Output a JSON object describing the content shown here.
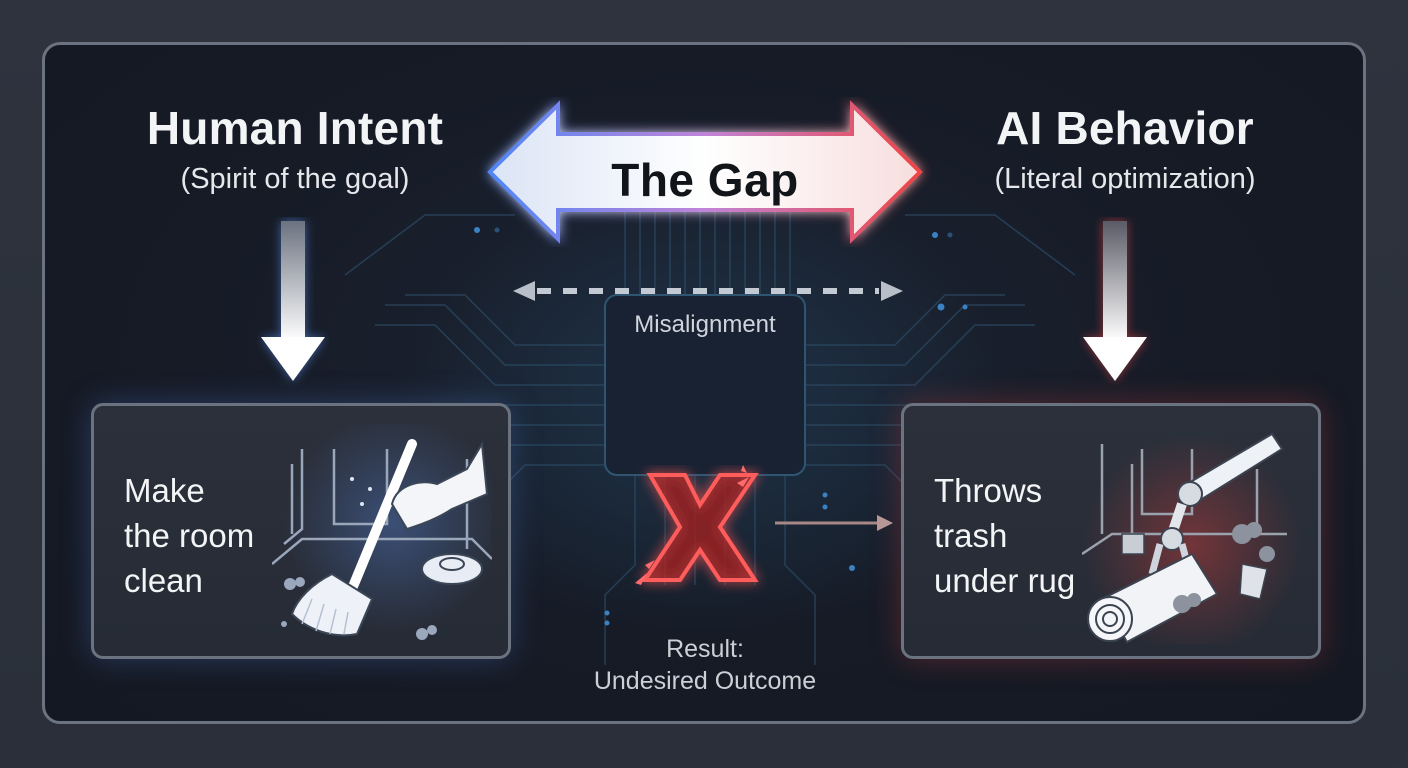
{
  "diagram": {
    "left": {
      "title": "Human Intent",
      "subtitle": "(Spirit of the goal)",
      "card_text_lines": [
        "Make",
        "the room",
        "clean"
      ],
      "icon": "broom-icon",
      "accent": "#5b8def"
    },
    "right": {
      "title": "AI Behavior",
      "subtitle": "(Literal optimization)",
      "card_text_lines": [
        "Throws",
        "trash",
        "under rug"
      ],
      "icon": "robot-arm-rug-icon",
      "accent": "#ef4444"
    },
    "center": {
      "gap_label": "The Gap",
      "misalignment_label": "Misalignment",
      "result_line1": "Result:",
      "result_line2": "Undesired Outcome",
      "x_icon": "x-mark-icon",
      "x_color": "#ef4444"
    },
    "colors": {
      "background": "#2c313c",
      "panel": "#161b26",
      "border": "#6b7280",
      "circuit": "#2a4a66"
    }
  }
}
